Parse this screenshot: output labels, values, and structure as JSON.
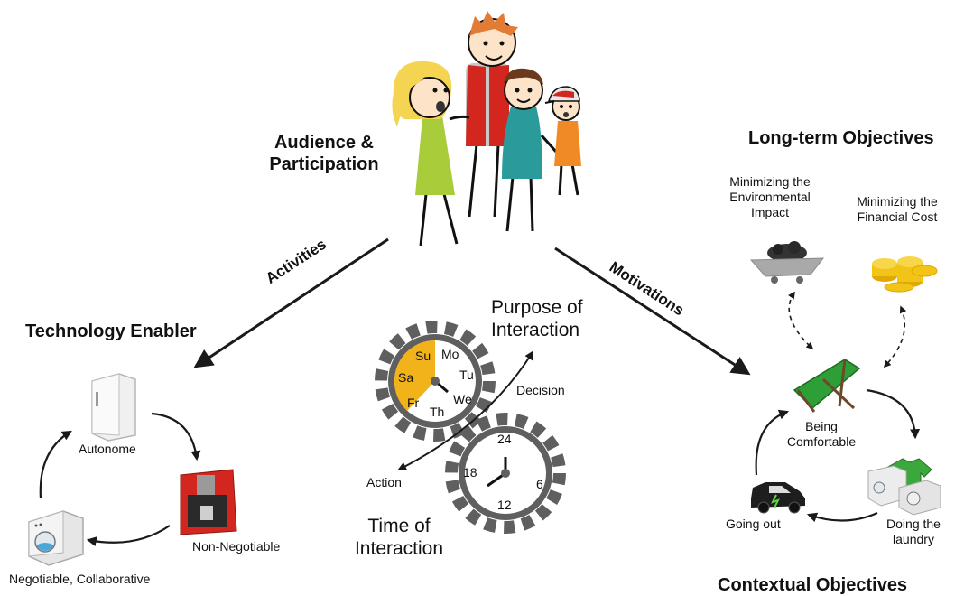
{
  "audience": {
    "title_line1": "Audience &",
    "title_line2": "Participation"
  },
  "technology_enabler": {
    "title": "Technology Enabler",
    "nodes": {
      "autonome": "Autonome",
      "non_negotiable": "Non-Negotiable",
      "negotiable": "Negotiable, Collaborative"
    }
  },
  "long_term": {
    "title": "Long-term Objectives",
    "environmental_line1": "Minimizing the",
    "environmental_line2": "Environmental",
    "environmental_line3": "Impact",
    "financial_line1": "Minimizing the",
    "financial_line2": "Financial Cost"
  },
  "contextual": {
    "title": "Contextual Objectives",
    "comfortable_line1": "Being",
    "comfortable_line2": "Comfortable",
    "laundry_line1": "Doing the",
    "laundry_line2": "laundry",
    "going_out": "Going out"
  },
  "arrows": {
    "activities": "Activities",
    "motivations": "Motivations"
  },
  "interaction": {
    "purpose_line1": "Purpose of",
    "purpose_line2": "Interaction",
    "decision": "Decision",
    "action": "Action",
    "time_line1": "Time of",
    "time_line2": "Interaction"
  },
  "weekdays": [
    "Su",
    "Mo",
    "Tu",
    "We",
    "Th",
    "Fr",
    "Sa"
  ],
  "clock_numbers": [
    "24",
    "6",
    "12",
    "18"
  ],
  "colors": {
    "arrow": "#1a1a1a",
    "gear": "#5f5f5f",
    "weekend_highlight": "#f2b21a",
    "chair_green": "#2e9e36",
    "shirt_green": "#3aa83a",
    "coins": "#f2c417",
    "coffee_red": "#d3261e"
  }
}
